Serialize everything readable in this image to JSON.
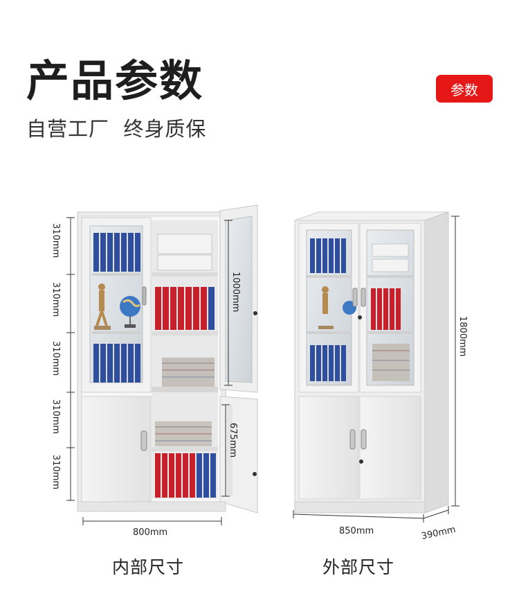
{
  "header": {
    "title": "产品参数",
    "subtitle": "自营工厂  终身质保",
    "badge": "参数"
  },
  "inner": {
    "caption": "内部尺寸",
    "width_label": "800mm",
    "shelf_heights": [
      "310mm",
      "310mm",
      "310mm",
      "310mm",
      "310mm"
    ],
    "upper_door_height": "1000mm",
    "lower_door_height": "675mm"
  },
  "outer": {
    "caption": "外部尺寸",
    "width_label": "850mm",
    "depth_label": "390mm",
    "height_label": "1800mm"
  },
  "colors": {
    "badge": "#e61717",
    "binder_blue": "#2f4f9e",
    "binder_red": "#c8202a",
    "cabinet": "#eeeeee"
  }
}
